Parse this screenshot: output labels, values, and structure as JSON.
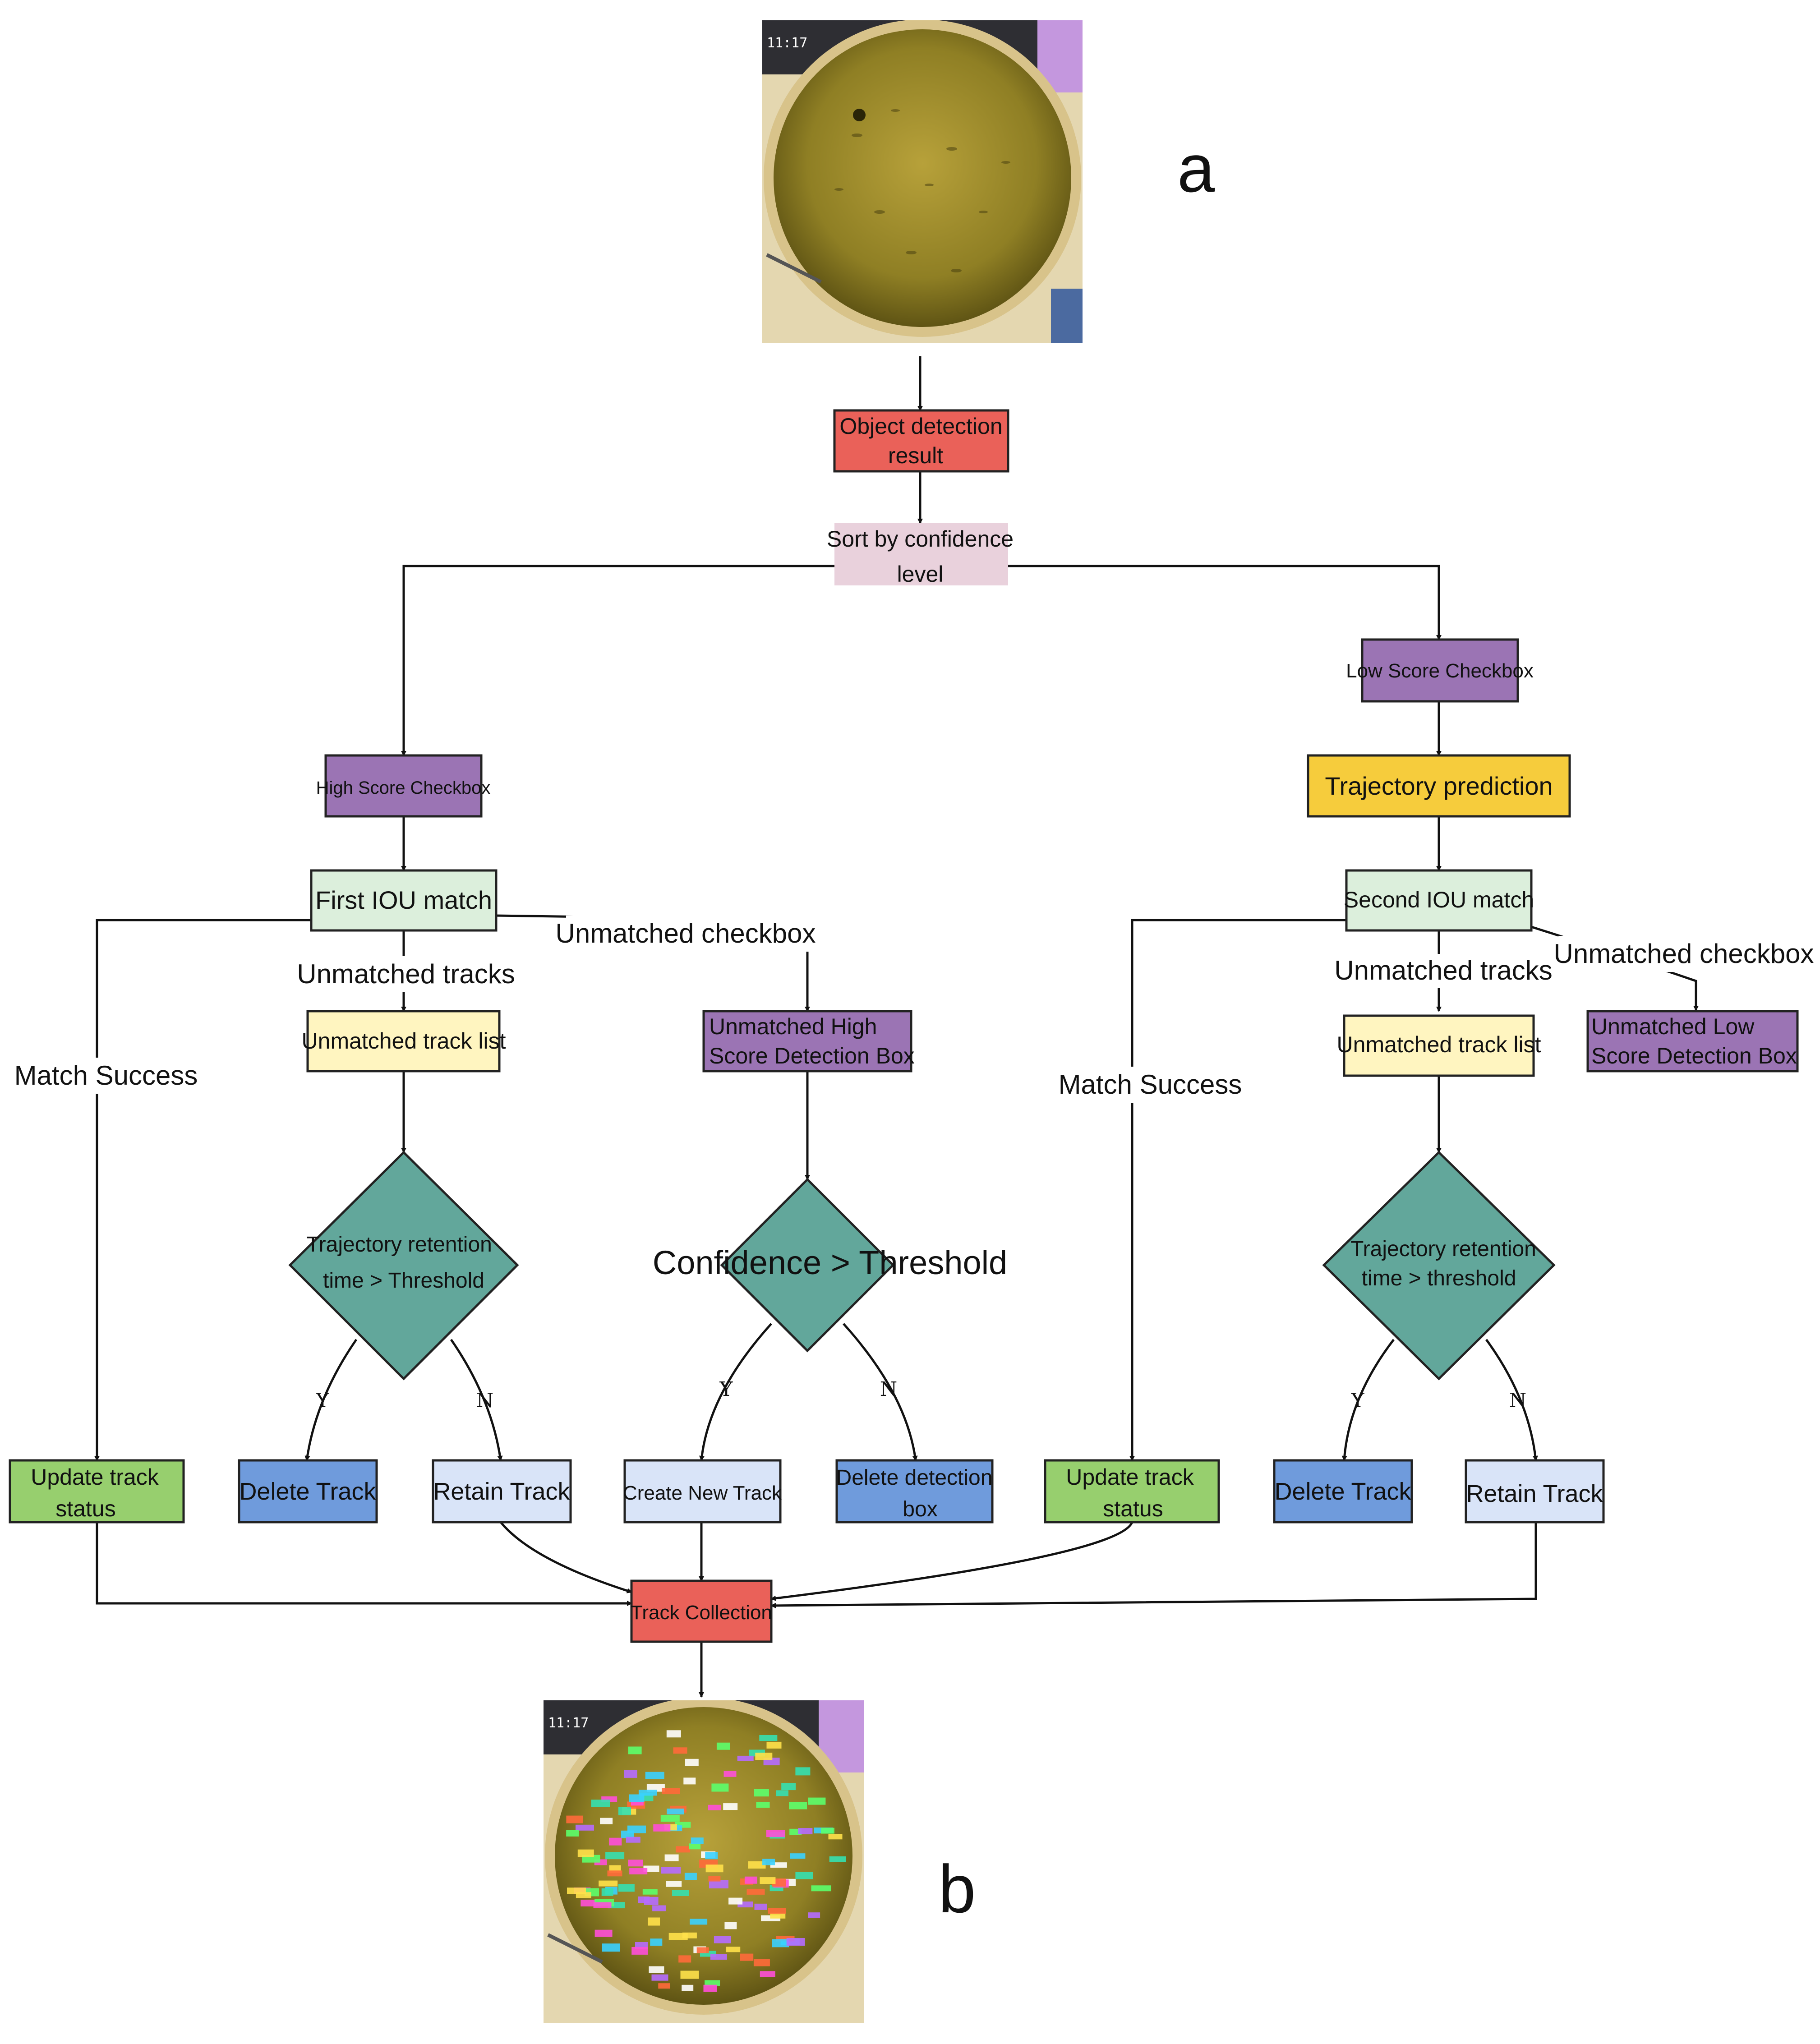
{
  "panel_labels": {
    "top": "a",
    "bottom": "b"
  },
  "photo_top": {
    "timestamp": "11:17"
  },
  "photo_bottom": {
    "timestamp": "11:17"
  },
  "colors": {
    "red": "#ea6159",
    "pink": "#e9d1dc",
    "purple": "#9b74b4",
    "gold": "#f6cc3c",
    "mint": "#dcefdc",
    "cream": "#fff5c0",
    "teal": "#62a79b",
    "green": "#97cf6e",
    "blue": "#6f9bdc",
    "lightblue": "#d9e4f8"
  },
  "nodes": {
    "object_detection": {
      "line1": "Object detection",
      "line2": "result"
    },
    "sort_confidence": {
      "line1": "Sort by confidence",
      "line2": "level"
    },
    "low_score": {
      "line1": "Low Score Checkbox"
    },
    "trajectory_prediction": {
      "line1": "Trajectory prediction"
    },
    "high_score": {
      "line1": "High Score Checkbox"
    },
    "first_iou": {
      "line1": "First IOU match"
    },
    "second_iou": {
      "line1": "Second IOU match"
    },
    "unmatched_track_list_1": {
      "line1": "Unmatched track list"
    },
    "unmatched_high_box": {
      "line1": "Unmatched High",
      "line2": "Score Detection Box"
    },
    "unmatched_track_list_2": {
      "line1": "Unmatched track list"
    },
    "unmatched_low_box": {
      "line1": "Unmatched Low",
      "line2": "Score Detection Box"
    },
    "decision_retention_1": {
      "line1": "Trajectory retention",
      "line2": "time > Threshold"
    },
    "decision_confidence": {
      "line1": "Confidence > Threshold"
    },
    "decision_retention_2": {
      "line1": "Trajectory retention",
      "line2": "time > threshold"
    },
    "update_track_1": {
      "line1": "Update track",
      "line2": "status"
    },
    "delete_track_1": {
      "line1": "Delete Track"
    },
    "retain_track_1": {
      "line1": "Retain Track"
    },
    "create_new_track": {
      "line1": "Create New Track"
    },
    "delete_detection_box": {
      "line1": "Delete detection",
      "line2": "box"
    },
    "update_track_2": {
      "line1": "Update track",
      "line2": "status"
    },
    "delete_track_2": {
      "line1": "Delete Track"
    },
    "retain_track_2": {
      "line1": "Retain Track"
    },
    "track_collection": {
      "line1": "Track Collection"
    }
  },
  "edge_labels": {
    "unmatched_tracks_1": "Unmatched tracks",
    "unmatched_checkbox_1": "Unmatched checkbox",
    "match_success_1": "Match Success",
    "unmatched_tracks_2": "Unmatched tracks",
    "unmatched_checkbox_2": "Unmatched checkbox",
    "match_success_2": "Match Success",
    "yes": "Y",
    "no": "N"
  }
}
